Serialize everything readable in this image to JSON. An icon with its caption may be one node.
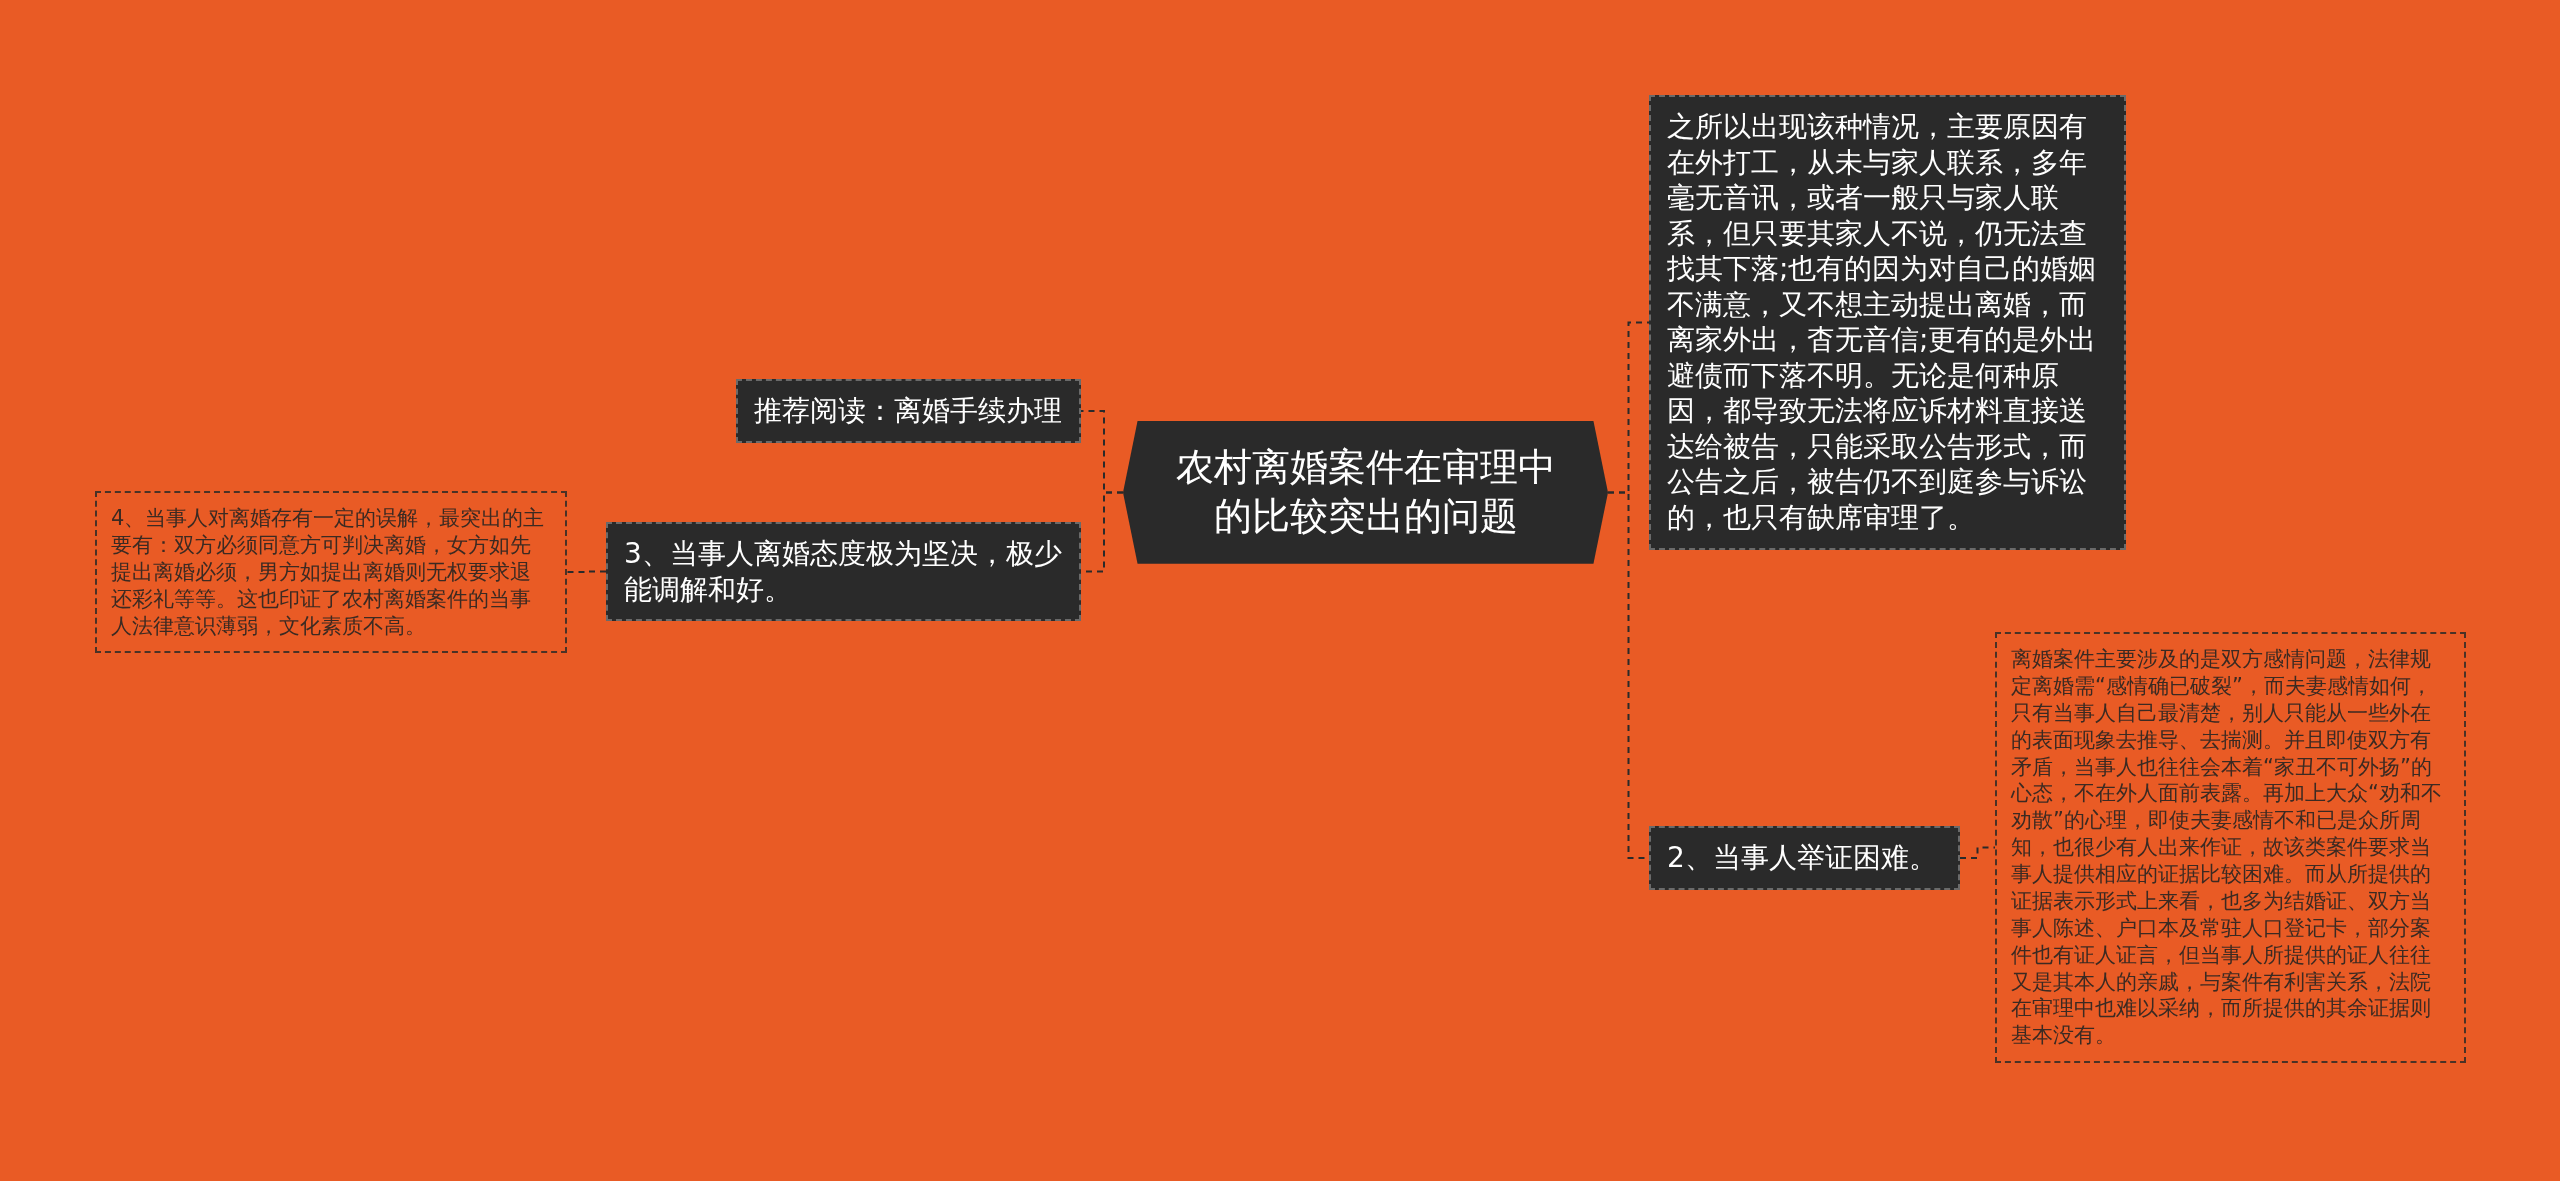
{
  "diagram": {
    "nodes": [
      {
        "text": [
          "农村离婚案件在审理中的比较突出的问题"
        ]
      },
      {
        "text": [
          "推荐阅读：离婚手续办理"
        ]
      },
      {
        "text": [
          "3、当事人离婚态度极为坚决，极少能调解和好。"
        ]
      },
      {
        "text": [
          "4、当事人对离婚存有一定的误解，最突出的主要有：双方必须同意方可判决离婚，女方如先提出离婚必须，男方如提出离婚则无权要求退还彩礼等等。这也印证了农村离婚案件的当事人法律意识薄弱，文化素质不高。"
        ]
      },
      {
        "text": [
          "之所以出现该种情况，主要原因有在外打工，从未与家人联系，多年毫无音讯，或者一般只与家人联系，但只要其家人不说，仍无法查找其下落;也有的因为对自己的婚姻不满意，又不想主动提出离婚，而离家外出，杳无音信;更有的是外出避债而下落不明。无论是何种原因，都导致无法将应诉材料直接送达给被告，只能采取公告形式，而公告之后，被告仍不到庭参与诉讼的，也只有缺席审理了。"
        ]
      },
      {
        "text": [
          "2、当事人举证困难。"
        ]
      },
      {
        "text": [
          "离婚案件主要涉及的是双方感情问题，法律规定离婚需“感情确已破裂”，而夫妻感情如何，只有当事人自己最清楚，别人只能从一些外在的表面现象去推导、去揣测。并且即使双方有矛盾，当事人也往往会本着“家丑不可外扬”的心态，不在外人面前表露。再加上大众“劝和不劝散”的心理，即使夫妻感情不和已是众所周知，也很少有人出来作证，故该类案件要求当事人提供相应的证据比较困难。而从所提供的证据表示形式上来看，也多为结婚证、双方当事人陈述、户口本及常驻人口登记卡，部分案件也有证人证言，但当事人所提供的证人往往又是其本人的亲戚，与案件有利害关系，法院在审理中也难以采纳，而所提供的其余证据则基本没有。"
        ]
      }
    ],
    "edges": [
      {
        "from": 0,
        "to": 1,
        "arrow": "none"
      },
      {
        "from": 0,
        "to": 2,
        "arrow": "none"
      },
      {
        "from": 2,
        "to": 3,
        "arrow": "none"
      },
      {
        "from": 0,
        "to": 4,
        "arrow": "none"
      },
      {
        "from": 0,
        "to": 5,
        "arrow": "none"
      },
      {
        "from": 5,
        "to": 6,
        "arrow": "none"
      }
    ]
  }
}
